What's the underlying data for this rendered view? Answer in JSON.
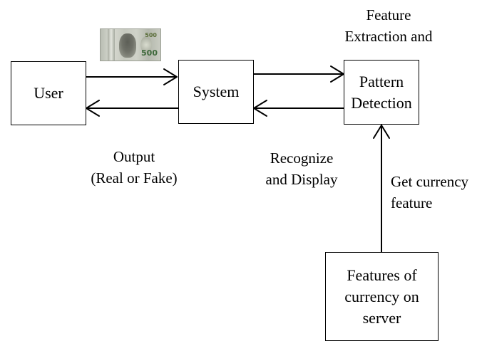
{
  "nodes": {
    "user": "User",
    "system": "System",
    "pattern_detection": [
      "Pattern",
      "Detection"
    ],
    "server": [
      "Features of",
      "currency on",
      "server"
    ]
  },
  "labels": {
    "feature_extraction": [
      "Feature",
      "Extraction and"
    ],
    "output": [
      "Output",
      "(Real or Fake)"
    ],
    "recognize": [
      "Recognize",
      "and Display"
    ],
    "get_feature": [
      "Get currency",
      "feature"
    ]
  },
  "banknote": {
    "value_small": "500",
    "value_large": "500"
  }
}
